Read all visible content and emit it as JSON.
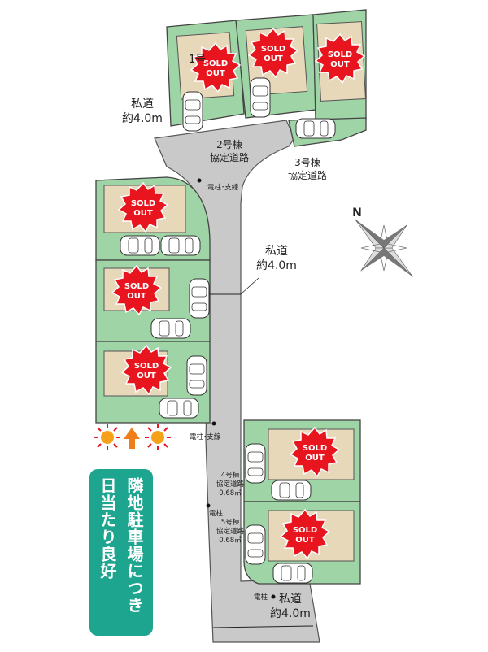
{
  "roads": {
    "top": {
      "name": "私道",
      "width": "約4.0m"
    },
    "middle": {
      "name": "私道",
      "width": "約4.0m"
    },
    "bottom": {
      "name": "私道",
      "width": "約4.0m"
    }
  },
  "agreement_roads": {
    "lot2": {
      "line1": "2号棟",
      "line2": "協定道路"
    },
    "lot3": {
      "line1": "3号棟",
      "line2": "協定道路"
    },
    "lot4": {
      "line1": "4号棟",
      "line2": "協定道路",
      "width": "0.68㎡"
    },
    "lot5": {
      "line1": "5号棟",
      "line2": "協定道路",
      "width": "0.68㎡"
    }
  },
  "poles": {
    "pole_stay_1": "電柱･支線",
    "pole_stay_2": "電柱･支線",
    "pole_1": "電柱",
    "pole_2": "電柱"
  },
  "lot_number_label": "1号",
  "sold_label": {
    "line1": "SOLD",
    "line2": "OUT"
  },
  "callout": {
    "line1": "隣地駐車場につき",
    "line2": "日当たり良好"
  },
  "colors": {
    "lot": "#9fd4a6",
    "house": "#e6d8b8",
    "road": "#c9c9c9",
    "sold": "#e8141e",
    "callout": "#1ea58f"
  },
  "compass": {
    "north_letter": "N"
  }
}
